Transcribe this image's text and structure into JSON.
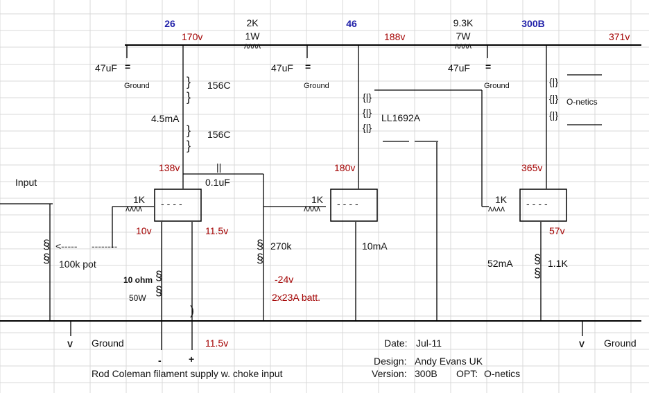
{
  "tubes": {
    "t1": "26",
    "t2": "46",
    "t3": "300B"
  },
  "voltages": {
    "b1": "170v",
    "b2": "188v",
    "b3": "371v",
    "plate1": "138v",
    "plate2": "180v",
    "plate3": "365v",
    "cath1": "10v",
    "grid2": "11.5v",
    "cath3": "57v",
    "bias": "-24v",
    "fil_supply": "11.5v"
  },
  "parts": {
    "r_b12_value": "2K",
    "r_b12_watt": "1W",
    "r_b23_value": "9.3K",
    "r_b23_watt": "7W",
    "zig": "ʌʌʌʌ",
    "cap1": "47uF",
    "cap2": "47uF",
    "cap3": "47uF",
    "cap_symbol": "=",
    "ground": "Ground",
    "choke1": "156C",
    "choke2": "156C",
    "coil_symbol": "}",
    "current1": "4.5mA",
    "coupling_cap_symbol": "||",
    "coupling_cap": "0.1uF",
    "transformer_symbol": "{|}",
    "interstage": "LL1692A",
    "opt": "O-netics",
    "grid_stopper1": "1K",
    "grid_stopper2": "1K",
    "grid_stopper3": "1K",
    "tube_box": "----",
    "input": "Input",
    "pot_arrow": "<-----",
    "pot_dash": "--------",
    "pot": "100k pot",
    "coil_res_symbol": "§",
    "r_fil": "10 ohm",
    "r_fil_watt": "50W",
    "r_bias": "270k",
    "battery": "2x23A batt.",
    "current2": "10mA",
    "current3": "52mA",
    "r_cath3": "1.1K",
    "rail_gnd_symbol": "V",
    "minus": "-",
    "plus": "+",
    "cap_paren": ")",
    "ground_left": "Ground",
    "ground_right": "Ground"
  },
  "notes": {
    "filament": "Rod Coleman filament supply w. choke input",
    "date_label": "Date:",
    "date": "Jul-11",
    "design_label": "Design:",
    "design": "Andy Evans UK",
    "version_label": "Version:",
    "version": "300B",
    "opt_label": "OPT:",
    "opt": "O-netics"
  }
}
